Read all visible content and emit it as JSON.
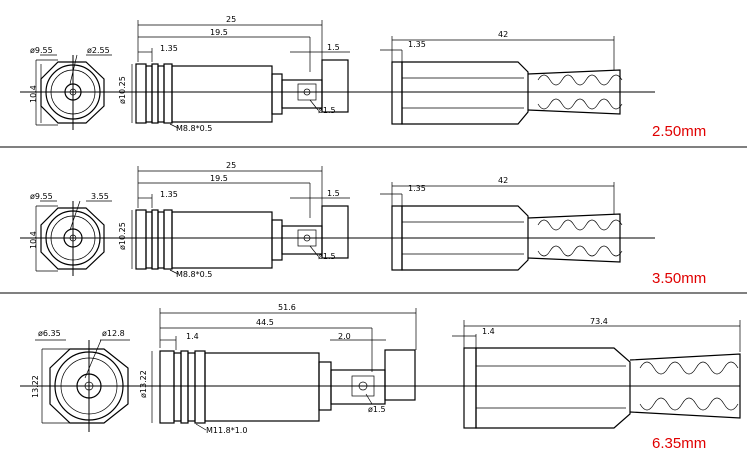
{
  "panels": [
    {
      "size_label": "2.50mm",
      "front": {
        "outer_dia": "ø9.55",
        "pin_dia": "ø2.55",
        "height": "10.4"
      },
      "side": {
        "total": "25",
        "body": "19.5",
        "ring": "1.35",
        "pin": "1.5",
        "dia": "ø10.25",
        "thread": "M8.8*0.5",
        "hole": "ø1.5"
      },
      "plug": {
        "ring": "1.35",
        "length": "42"
      }
    },
    {
      "size_label": "3.50mm",
      "front": {
        "outer_dia": "ø9.55",
        "pin_dia": "3.55",
        "height": "10.4"
      },
      "side": {
        "total": "25",
        "body": "19.5",
        "ring": "1.35",
        "pin": "1.5",
        "dia": "ø10.25",
        "thread": "M8.8*0.5",
        "hole": "ø1.5"
      },
      "plug": {
        "ring": "1.35",
        "length": "42"
      }
    },
    {
      "size_label": "6.35mm",
      "front": {
        "outer_dia": "ø6.35",
        "pin_dia": "ø12.8",
        "height": "13.22"
      },
      "side": {
        "total": "51.6",
        "body": "44.5",
        "ring": "1.4",
        "pin": "2.0",
        "dia": "ø13.22",
        "thread": "M11.8*1.0",
        "hole": "ø1.5"
      },
      "plug": {
        "ring": "1.4",
        "length": "73.4"
      }
    }
  ]
}
